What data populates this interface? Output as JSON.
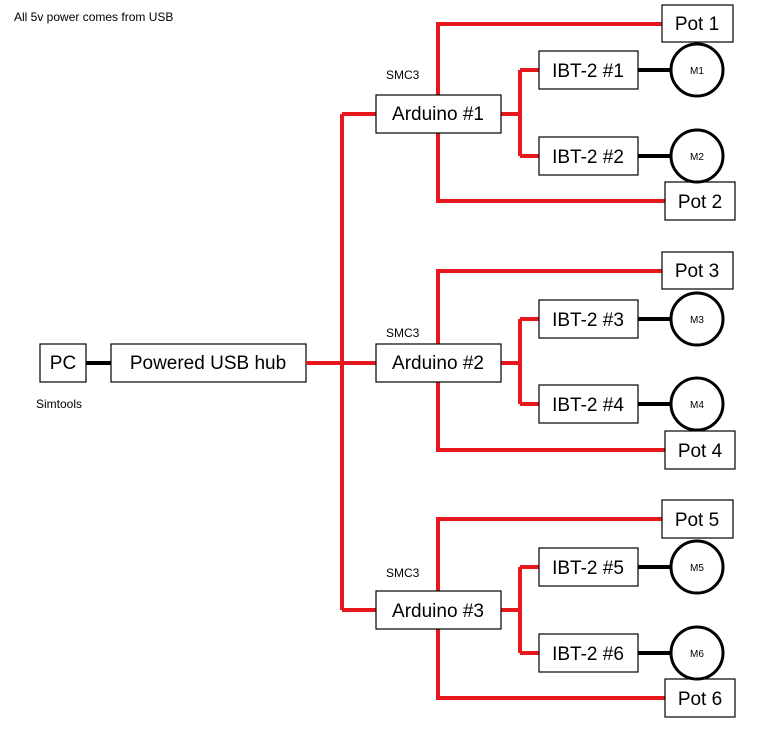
{
  "note": "All 5v power comes from USB",
  "pc": {
    "label": "PC",
    "caption": "Simtools"
  },
  "hub": {
    "label": "Powered USB hub"
  },
  "controllers": [
    {
      "label": "Arduino #1",
      "caption": "SMC3",
      "pots": [
        "Pot 1",
        "Pot 2"
      ],
      "drivers": [
        {
          "label": "IBT-2 #1",
          "motor": "M1"
        },
        {
          "label": "IBT-2 #2",
          "motor": "M2"
        }
      ]
    },
    {
      "label": "Arduino #2",
      "caption": "SMC3",
      "pots": [
        "Pot 3",
        "Pot 4"
      ],
      "drivers": [
        {
          "label": "IBT-2 #3",
          "motor": "M3"
        },
        {
          "label": "IBT-2 #4",
          "motor": "M4"
        }
      ]
    },
    {
      "label": "Arduino #3",
      "caption": "SMC3",
      "pots": [
        "Pot 5",
        "Pot 6"
      ],
      "drivers": [
        {
          "label": "IBT-2 #5",
          "motor": "M5"
        },
        {
          "label": "IBT-2 #6",
          "motor": "M6"
        }
      ]
    }
  ],
  "colors": {
    "power_wire": "#e8171d",
    "signal_wire": "#000000"
  }
}
